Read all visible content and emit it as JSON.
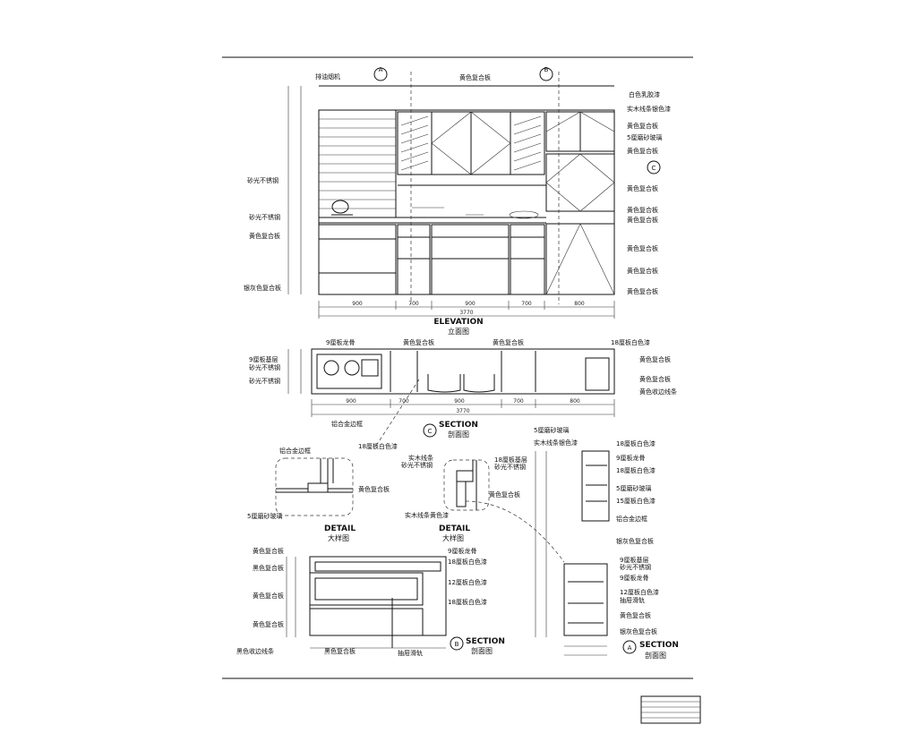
{
  "elevation": {
    "title": "ELEVATION",
    "subtitle": "立面图",
    "marker_a": "A",
    "marker_b": "B",
    "marker_c": "C",
    "left_labels": [
      "排油烟机",
      "砂光不锈钢",
      "砂光不锈钢",
      "黄色复合板",
      "银灰色复合板"
    ],
    "top_label": "黄色复合板",
    "right_labels": [
      "白色乳胶漆",
      "实木线条银色漆",
      "黄色复合板",
      "5厘磨砂玻璃",
      "黄色复合板",
      "黄色复合板",
      "黄色复合板",
      "黄色复合板",
      "黄色复合板",
      "黄色复合板",
      "黄色复合板"
    ],
    "dims_bottom": [
      "900",
      "700",
      "900",
      "700",
      "800"
    ],
    "dim_total": "3770"
  },
  "section_c": {
    "title": "SECTION",
    "subtitle": "剖面图",
    "marker": "C",
    "labels": [
      "9厘板龙骨",
      "黄色复合板",
      "黄色复合板",
      "18厘板白色漆",
      "9厘板基层",
      "砂光不锈钢",
      "砂光不锈钢",
      "黄色复合板",
      "黄色复合板",
      "黄色收边线条",
      "铝合金边框",
      "5厘磨砂玻璃"
    ],
    "dims_bottom": [
      "900",
      "700",
      "900",
      "700",
      "800"
    ],
    "dim_total": "3770"
  },
  "detail_1": {
    "title": "DETAIL",
    "subtitle": "大样图",
    "labels": [
      "铝合金边框",
      "18厘板白色漆",
      "黄色复合板",
      "5厘磨砂玻璃"
    ]
  },
  "detail_2": {
    "title": "DETAIL",
    "subtitle": "大样图",
    "labels": [
      "实木线条",
      "砂光不锈钢",
      "18厘板基层",
      "砂光不锈钢",
      "黄色复合板",
      "实木线条黄色漆"
    ]
  },
  "section_b": {
    "title": "SECTION",
    "subtitle": "剖面图",
    "marker": "B",
    "left_labels": [
      "黄色复合板",
      "黑色复合板",
      "黄色复合板",
      "黄色复合板",
      "黑色收边线条"
    ],
    "right_labels": [
      "9厘板龙骨",
      "18厘板白色漆",
      "12厘板白色漆",
      "18厘板白色漆"
    ],
    "bottom_labels": [
      "黑色复合板",
      "抽屉滑轨"
    ]
  },
  "section_a": {
    "title": "SECTION",
    "subtitle": "剖面图",
    "marker": "A",
    "left_labels": [
      "实木线条银色漆"
    ],
    "right_labels": [
      "18厘板白色漆",
      "9厘板龙骨",
      "18厘板白色漆",
      "5厘磨砂玻璃",
      "15厘板白色漆",
      "铝合金边框",
      "银灰色复合板",
      "9厘板基层",
      "砂光不锈钢",
      "9厘板龙骨",
      "12厘板白色漆",
      "抽屉滑轨",
      "黄色复合板",
      "银灰色复合板"
    ]
  },
  "title_block": {
    "rows": [
      "",
      "",
      "",
      "",
      ""
    ]
  }
}
